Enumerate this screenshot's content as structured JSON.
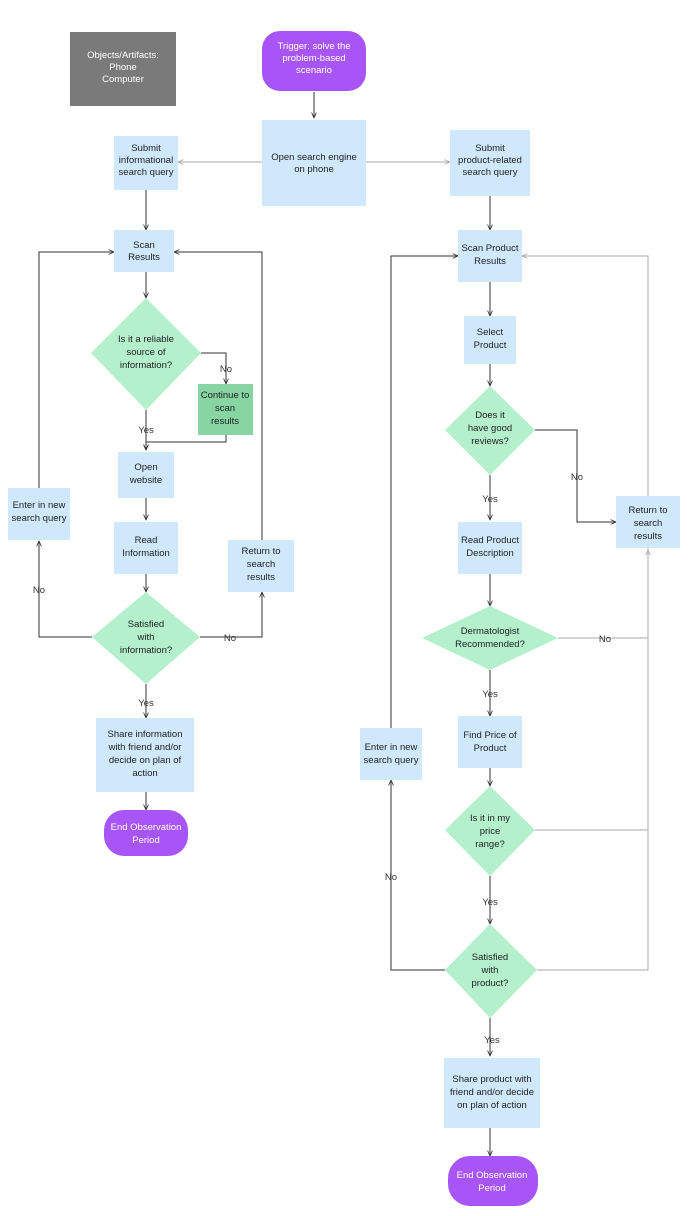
{
  "colors": {
    "process": "#cfe8fb",
    "decision": "#b3f0cb",
    "terminal": "#a855f7",
    "artifact": "#7a7a7a",
    "highlight": "#86d5a3",
    "edge_dark": "#333333",
    "edge_light": "#aaaaaa"
  },
  "nodes": {
    "artifacts": [
      "Objects/Artifacts:",
      "Phone",
      "Computer"
    ],
    "trigger": [
      "Trigger: solve the",
      "problem-based",
      "scenario"
    ],
    "open_engine": [
      "Open search engine",
      "on phone"
    ],
    "submit_info": [
      "Submit",
      "informational",
      "search query"
    ],
    "submit_product": [
      "Submit",
      "product-related",
      "search query"
    ],
    "scan_results": [
      "Scan",
      "Results"
    ],
    "reliable": [
      "Is it a reliable",
      "source of",
      "information?"
    ],
    "continue_scan": [
      "Continue to",
      "scan",
      "results"
    ],
    "open_website": [
      "Open",
      "website"
    ],
    "enter_new_left": [
      "Enter in new",
      "search query"
    ],
    "read_info": [
      "Read",
      "Information"
    ],
    "return_left": [
      "Return to",
      "search",
      "results"
    ],
    "satisfied_info": [
      "Satisfied",
      "with",
      "information?"
    ],
    "share_info": [
      "Share information",
      "with friend and/or",
      "decide on plan of",
      "action"
    ],
    "end_left": [
      "End Observation",
      "Period"
    ],
    "scan_product": [
      "Scan Product",
      "Results"
    ],
    "select_product": [
      "Select",
      "Product"
    ],
    "good_reviews": [
      "Does it",
      "have good",
      "reviews?"
    ],
    "return_right": [
      "Return to",
      "search",
      "results"
    ],
    "read_desc": [
      "Read Product",
      "Description"
    ],
    "derm": [
      "Dermatologist",
      "Recommended?"
    ],
    "find_price": [
      "Find Price of",
      "Product"
    ],
    "enter_new_right": [
      "Enter in new",
      "search query"
    ],
    "price_range": [
      "Is it in my",
      "price",
      "range?"
    ],
    "satisfied_product": [
      "Satisfied",
      "with",
      "product?"
    ],
    "share_product": [
      "Share product with",
      "friend and/or decide",
      "on plan of action"
    ],
    "end_right": [
      "End Observation",
      "Period"
    ]
  },
  "edge_labels": {
    "reliable_no": "No",
    "reliable_yes": "Yes",
    "satisfied_info_no": "No",
    "satisfied_info_yes": "Yes",
    "enter_new_left_no": "No",
    "reviews_no": "No",
    "reviews_yes": "Yes",
    "derm_no": "No",
    "derm_yes": "Yes",
    "price_yes": "Yes",
    "satisfied_product_no": "No",
    "satisfied_product_yes": "Yes"
  }
}
